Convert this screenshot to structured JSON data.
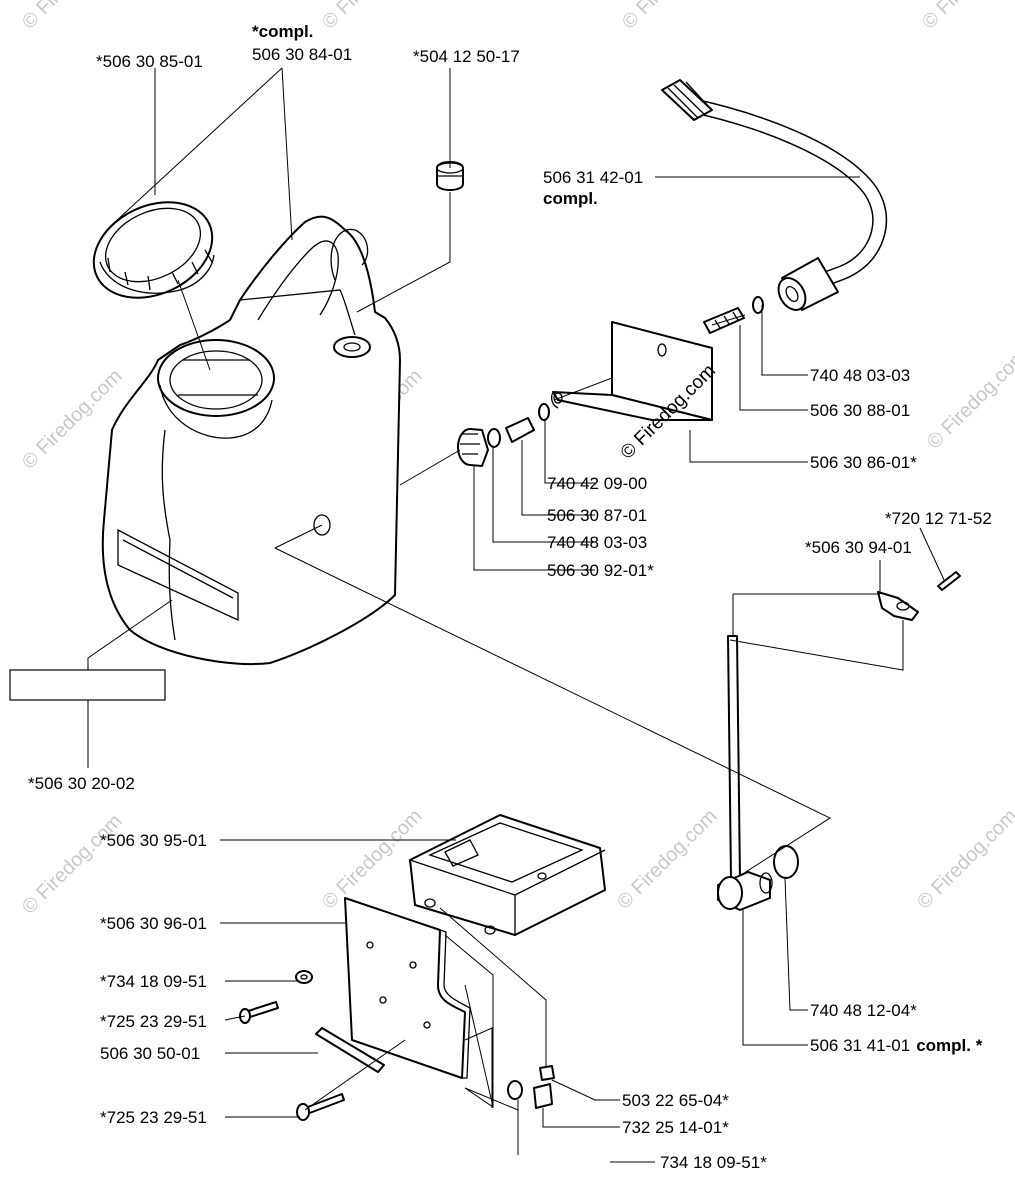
{
  "labels": {
    "p5063085": "*506 30 85-01",
    "compl_tank": "*compl.",
    "p5063084": "506 30 84-01",
    "p5041250": "*504 12 50-17",
    "p5063142": "506 31 42-01",
    "compl_hose": "compl.",
    "p7404803a": "740 48 03-03",
    "p5063088": "506 30 88-01",
    "p5063086": "506 30 86-01*",
    "p7404209": "740 42 09-00",
    "p5063087": "506 30 87-01",
    "p7404803b": "740 48 03-03",
    "p5063092": "506 30 92-01*",
    "p7201271": "*720 12 71-52",
    "p5063094": "*506 30 94-01",
    "p5063020": "*506 30 20-02",
    "p5063095": "*506 30 95-01",
    "p5063096": "*506 30 96-01",
    "p7341809a": "*734 18 09-51",
    "p7252329a": "*725 23 29-51",
    "p5063050": "506 30 50-01",
    "p7252329b": "*725 23 29-51",
    "p7404812": "740 48 12-04*",
    "p5063141": "506 31 41-01",
    "compl_pipe": "compl. *",
    "p5032265": "503 22 65-04*",
    "p7322514": "732 25 14-01*",
    "p7341809b": "734 18 09-51*"
  },
  "watermarks": {
    "firedog": "© Firedog.com",
    "center": "© Firedog.com"
  }
}
